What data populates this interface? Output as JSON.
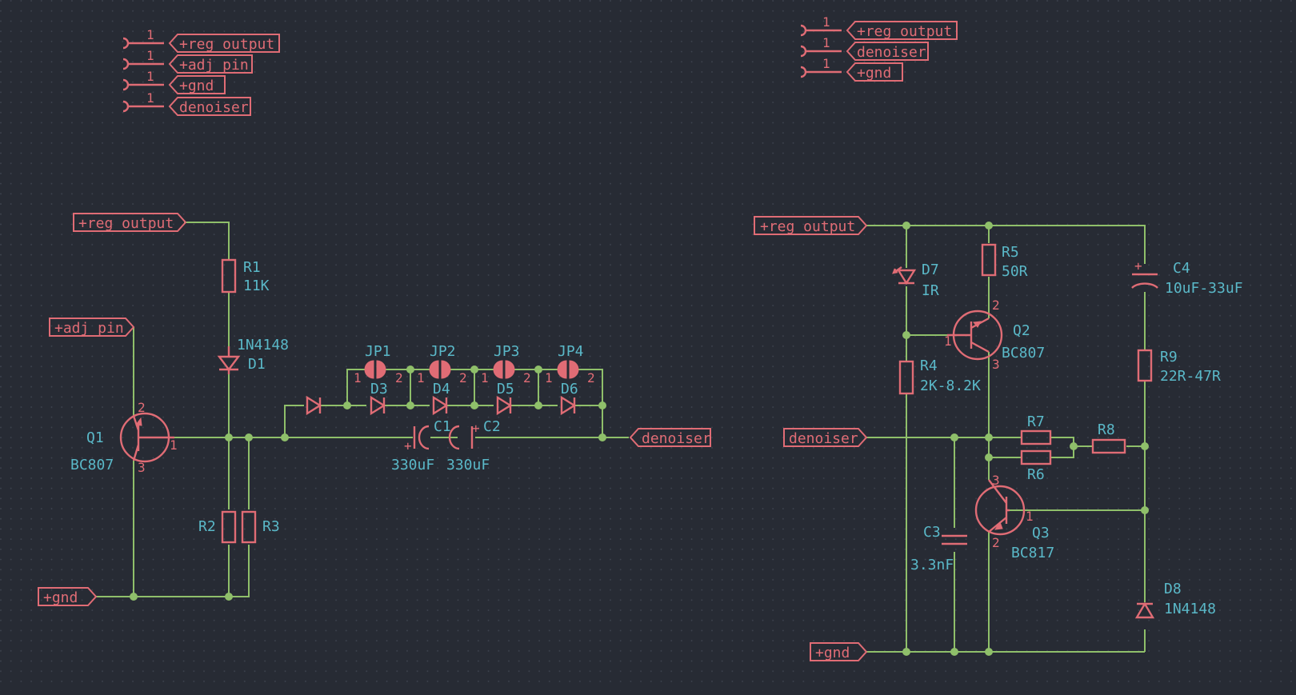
{
  "colors": {
    "background": "#272b34",
    "wire": "#8fbf6a",
    "component": "#e06c75",
    "annotation": "#5ab8c8"
  },
  "connectors_left": [
    "+reg_output",
    "+adj_pin",
    "+gnd",
    "denoiser"
  ],
  "connectors_right": [
    "+reg_output",
    "denoiser",
    "+gnd"
  ],
  "connector_pin": "1",
  "labels": {
    "reg_output": "+reg_output",
    "adj_pin": "+adj_pin",
    "gnd": "+gnd",
    "denoiser": "denoiser"
  },
  "left_circuit": {
    "R1": {
      "ref": "R1",
      "value": "11K"
    },
    "D1": {
      "ref": "D1",
      "value": "1N4148"
    },
    "Q1": {
      "ref": "Q1",
      "value": "BC807",
      "pins": [
        "2",
        "1",
        "3"
      ]
    },
    "R2": {
      "ref": "R2"
    },
    "R3": {
      "ref": "R3"
    },
    "jumpers": [
      "JP1",
      "JP2",
      "JP3",
      "JP4"
    ],
    "jumper_pins": [
      "1",
      "2"
    ],
    "diodes": [
      "D3",
      "D4",
      "D5",
      "D6"
    ],
    "C1": {
      "ref": "C1",
      "value": "330uF"
    },
    "C2": {
      "ref": "C2",
      "value": "330uF"
    }
  },
  "right_circuit": {
    "D7": {
      "ref": "D7",
      "value": "IR"
    },
    "R5": {
      "ref": "R5",
      "value": "50R"
    },
    "Q2": {
      "ref": "Q2",
      "value": "BC807",
      "pins": [
        "2",
        "1",
        "3"
      ]
    },
    "R4": {
      "ref": "R4",
      "value": "2K-8.2K"
    },
    "C4": {
      "ref": "C4",
      "value": "10uF-33uF"
    },
    "R9": {
      "ref": "R9",
      "value": "22R-47R"
    },
    "R7": {
      "ref": "R7"
    },
    "R6": {
      "ref": "R6"
    },
    "R8": {
      "ref": "R8"
    },
    "Q3": {
      "ref": "Q3",
      "value": "BC817",
      "pins": [
        "3",
        "1",
        "2"
      ]
    },
    "C3": {
      "ref": "C3",
      "value": "3.3nF"
    },
    "D8": {
      "ref": "D8",
      "value": "1N4148"
    }
  }
}
